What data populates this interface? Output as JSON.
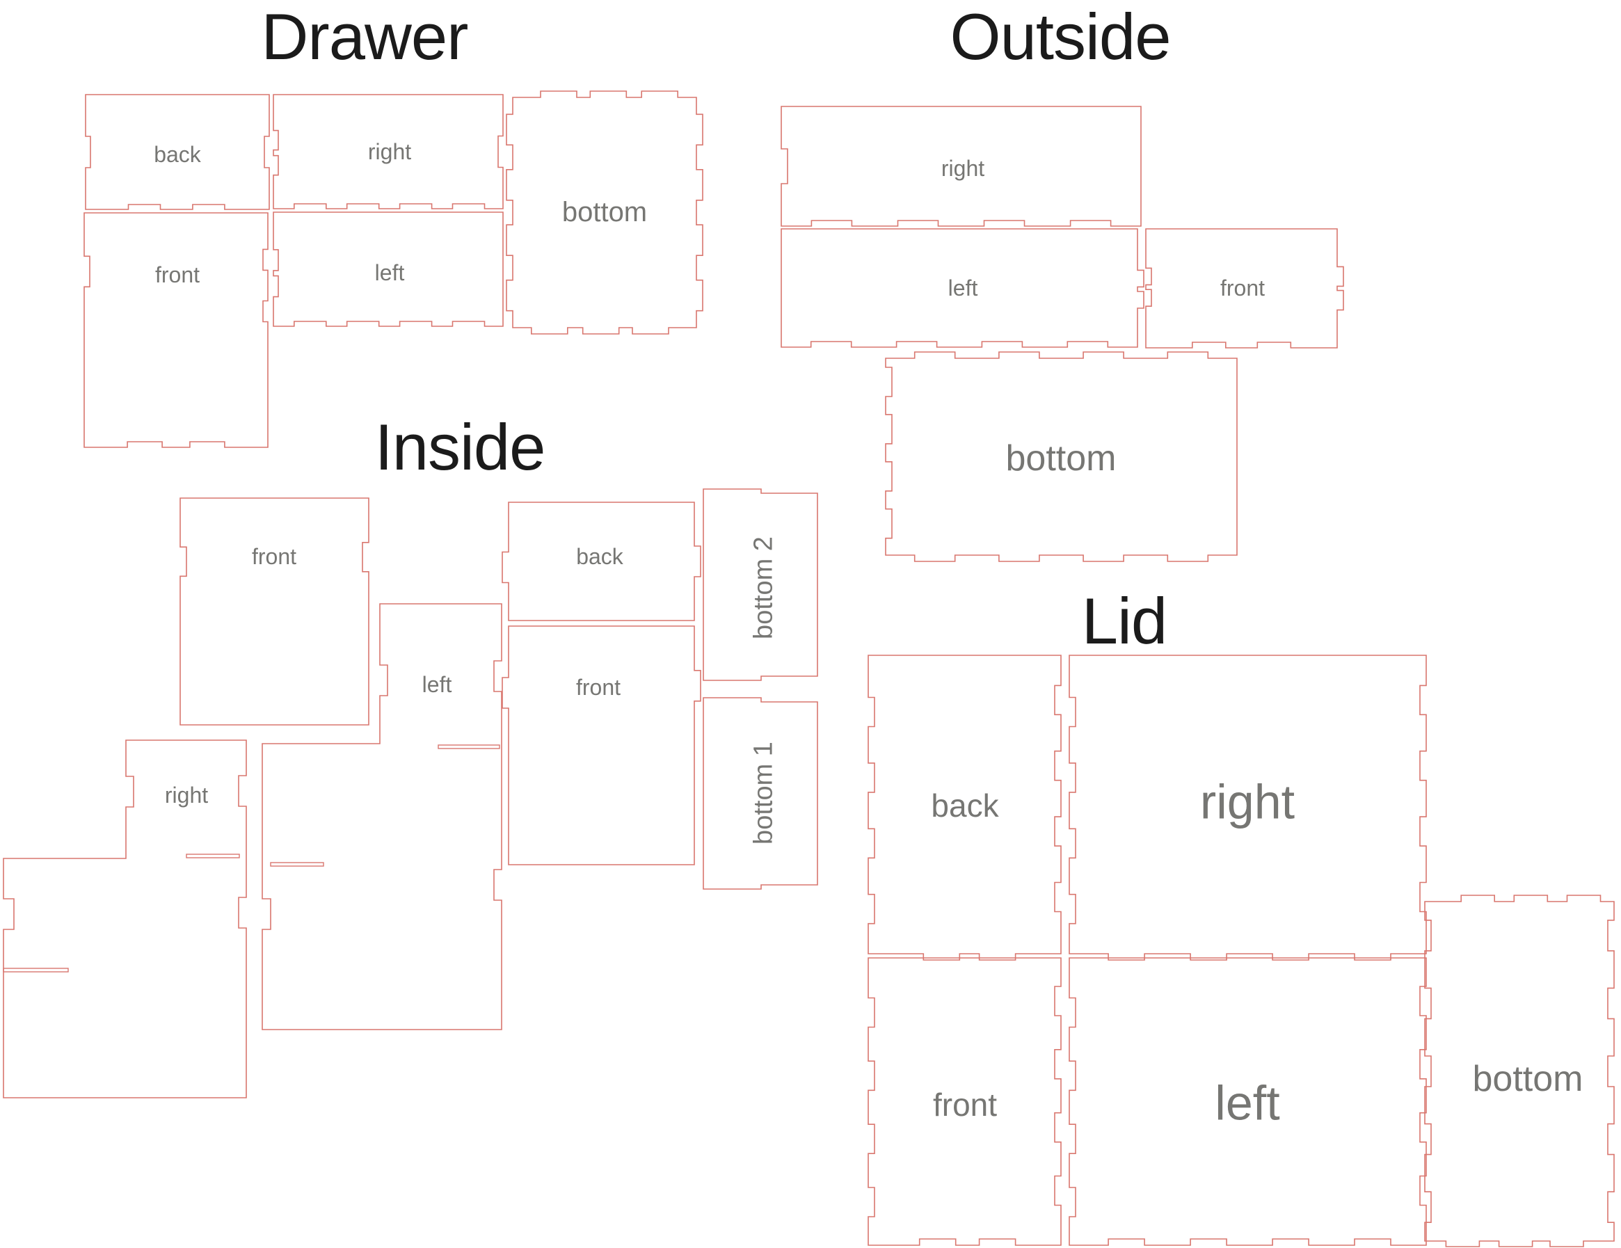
{
  "document": {
    "kind": "laser-cut box template sheet",
    "background": "#ffffff"
  },
  "colors": {
    "outline": "#d9766e",
    "label": "#767673",
    "title": "#1b1b1b"
  },
  "groups": [
    {
      "id": "drawer",
      "title": "Drawer",
      "panels": [
        {
          "id": "back",
          "label": "back"
        },
        {
          "id": "right",
          "label": "right"
        },
        {
          "id": "bottom",
          "label": "bottom"
        },
        {
          "id": "front",
          "label": "front"
        },
        {
          "id": "left",
          "label": "left"
        }
      ]
    },
    {
      "id": "outside",
      "title": "Outside",
      "panels": [
        {
          "id": "right",
          "label": "right"
        },
        {
          "id": "left",
          "label": "left"
        },
        {
          "id": "front",
          "label": "front"
        },
        {
          "id": "bottom",
          "label": "bottom"
        }
      ]
    },
    {
      "id": "inside",
      "title": "Inside",
      "panels": [
        {
          "id": "front-upper",
          "label": "front"
        },
        {
          "id": "left",
          "label": "left"
        },
        {
          "id": "right",
          "label": "right"
        },
        {
          "id": "back",
          "label": "back"
        },
        {
          "id": "front-mid",
          "label": "front"
        },
        {
          "id": "bottom-2",
          "label": "bottom 2"
        },
        {
          "id": "bottom-1",
          "label": "bottom 1"
        }
      ]
    },
    {
      "id": "lid",
      "title": "Lid",
      "panels": [
        {
          "id": "back",
          "label": "back"
        },
        {
          "id": "right",
          "label": "right"
        },
        {
          "id": "front",
          "label": "front"
        },
        {
          "id": "left",
          "label": "left"
        },
        {
          "id": "bottom",
          "label": "bottom"
        }
      ]
    }
  ]
}
